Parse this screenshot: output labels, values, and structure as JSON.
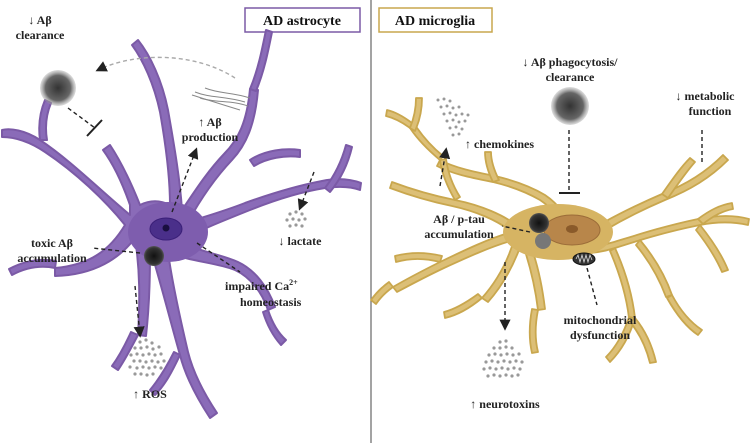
{
  "astrocyte": {
    "title": "AD astrocyte",
    "labels": {
      "clearance_1": "↓ Aβ",
      "clearance_2": "clearance",
      "production_1": "↑ Aβ",
      "production_2": "production",
      "toxic_1": "toxic Aβ",
      "toxic_2": "accumulation",
      "lactate": "↓ lactate",
      "calcium_1": "impaired Ca",
      "calcium_sup": "2+",
      "calcium_2": "homeostasis",
      "ros": "↑ ROS"
    }
  },
  "microglia": {
    "title": "AD microglia",
    "labels": {
      "phago_1": "↓ Aβ phagocytosis/",
      "phago_2": "clearance",
      "metabolic_1": "↓ metabolic",
      "metabolic_2": "function",
      "chemokines": "↑ chemokines",
      "ptau_1": "Aβ / p-tau",
      "ptau_2": "accumulation",
      "mito_1": "mitochondrial",
      "mito_2": "dysfunction",
      "neurotoxins": "↑ neurotoxins"
    }
  },
  "colors": {
    "astro_fill": "#8a6bb8",
    "astro_border": "#7b5aa6",
    "micro_fill": "#dcbf76",
    "micro_border": "#c9a74e",
    "nucleus_astro": "#4a2f8a",
    "nucleus_micro": "#b8864a"
  }
}
